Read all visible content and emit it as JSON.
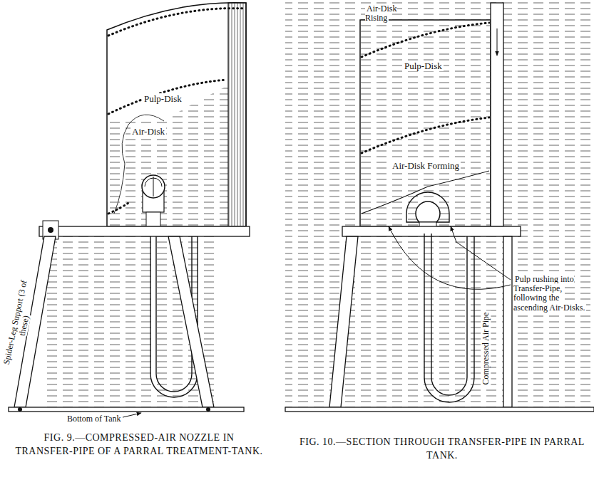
{
  "diagram": {
    "labels": [
      "Pulp-Disk",
      "Air-Disk",
      "Spider-Leg Support (3 of these)",
      "Bottom of Tank",
      "FIG. 9.—COMPRESSED-AIR NOZZLE IN TRANSFER-PIPE OF A PARRAL TREATMENT-TANK.",
      "Air-Disk Rising",
      "Pulp-Disk",
      "Air-Disk Forming",
      "Pulp rushing into Transfer-Pipe, following the ascending Air-Disks.",
      "Compressed Air Pipe",
      "FIG. 10.—SECTION THROUGH TRANSFER-PIPE IN PARRAL TANK."
    ]
  }
}
